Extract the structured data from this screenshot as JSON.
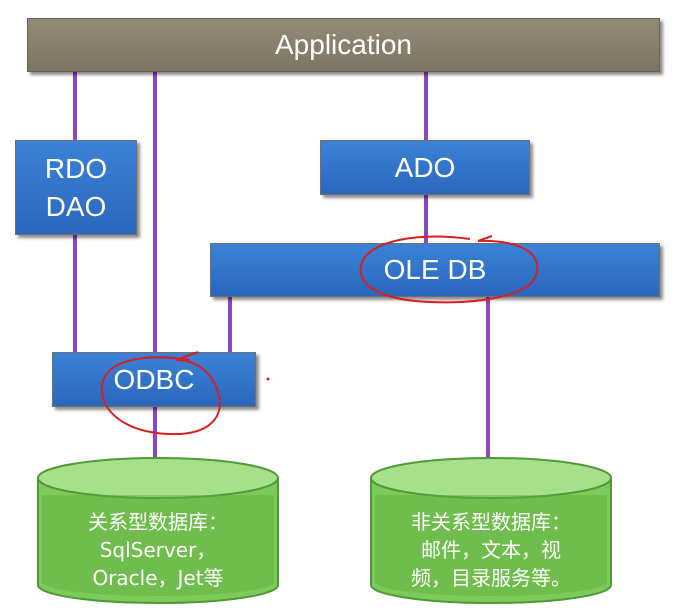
{
  "application": {
    "label": "Application"
  },
  "rdo_dao": {
    "line1": "RDO",
    "line2": "DAO"
  },
  "ado": {
    "label": "ADO"
  },
  "oledb": {
    "label": "OLE DB"
  },
  "odbc": {
    "label": "ODBC"
  },
  "relational_db": {
    "line1": "关系型数据库：",
    "line2": "SqlServer，",
    "line3": "Oracle，Jet等"
  },
  "nonrelational_db": {
    "line1": "非关系型数据库：",
    "line2": "邮件，文本，视",
    "line3": "频，目录服务等。"
  },
  "colors": {
    "connector": "#8b46c2",
    "box_blue": "#2f6fc8",
    "bar_brown": "#857d6b",
    "cylinder_green": "#7dc95a",
    "annotation_red": "#d81f1f"
  }
}
